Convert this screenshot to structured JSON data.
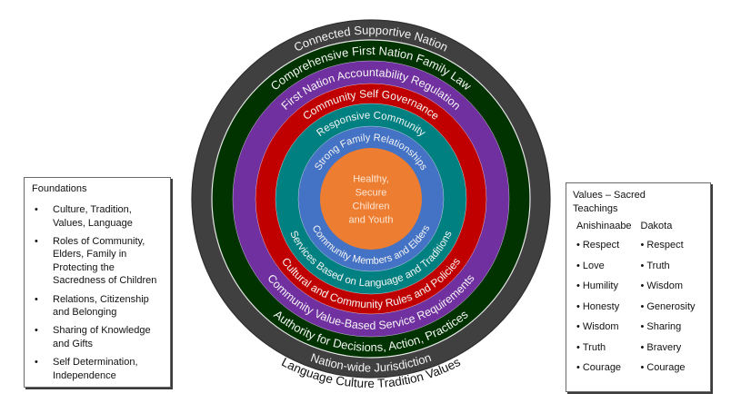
{
  "diagram": {
    "center": {
      "lines": [
        "Healthy,",
        "Secure",
        "Children",
        "and Youth"
      ],
      "color": "#ed7d31"
    },
    "rings": [
      {
        "name": "nation",
        "color": "#404040",
        "top_label": "Connected Supportive Nation",
        "bottom_label": "Nation-wide Jurisdiction"
      },
      {
        "name": "family-law",
        "color": "#003300",
        "top_label": "Comprehensive First Nation Family Law",
        "bottom_label": "Authority for Decisions, Action, Practices"
      },
      {
        "name": "accountability",
        "color": "#7030a0",
        "top_label": "First Nation Accountability Regulation",
        "bottom_label": "Community Value-Based Service Requirements"
      },
      {
        "name": "self-governance",
        "color": "#c00000",
        "top_label": "Community Self Governance",
        "bottom_label": "Cultural and Community Rules and Policies"
      },
      {
        "name": "responsive-community",
        "color": "#008080",
        "top_label": "Responsive Community",
        "bottom_label": "Services Based on Language and Traditions"
      },
      {
        "name": "family-relationships",
        "color": "#4472c4",
        "top_label": "Strong Family Relationships",
        "bottom_label": "Community Members and Elders"
      }
    ],
    "outer_caption": "Language Culture Tradition Values"
  },
  "foundations": {
    "title": "Foundations",
    "bullet": "•",
    "items": [
      "Culture, Tradition, Values, Language",
      "Roles of Community, Elders, Family in Protecting the Sacredness of Children",
      "Relations, Citizenship and Belonging",
      "Sharing of Knowledge and Gifts",
      "Self Determination, Independence"
    ]
  },
  "values": {
    "title": "Values – Sacred Teachings",
    "bullet": "•",
    "columns": [
      {
        "heading": "Anishinaabe",
        "items": [
          "Respect",
          "Love",
          "Humility",
          "Honesty",
          "Wisdom",
          "Truth",
          "Courage"
        ]
      },
      {
        "heading": "Dakota",
        "items": [
          "Respect",
          "Truth",
          "Wisdom",
          "Generosity",
          "Sharing",
          "Bravery",
          "Courage"
        ]
      }
    ]
  }
}
